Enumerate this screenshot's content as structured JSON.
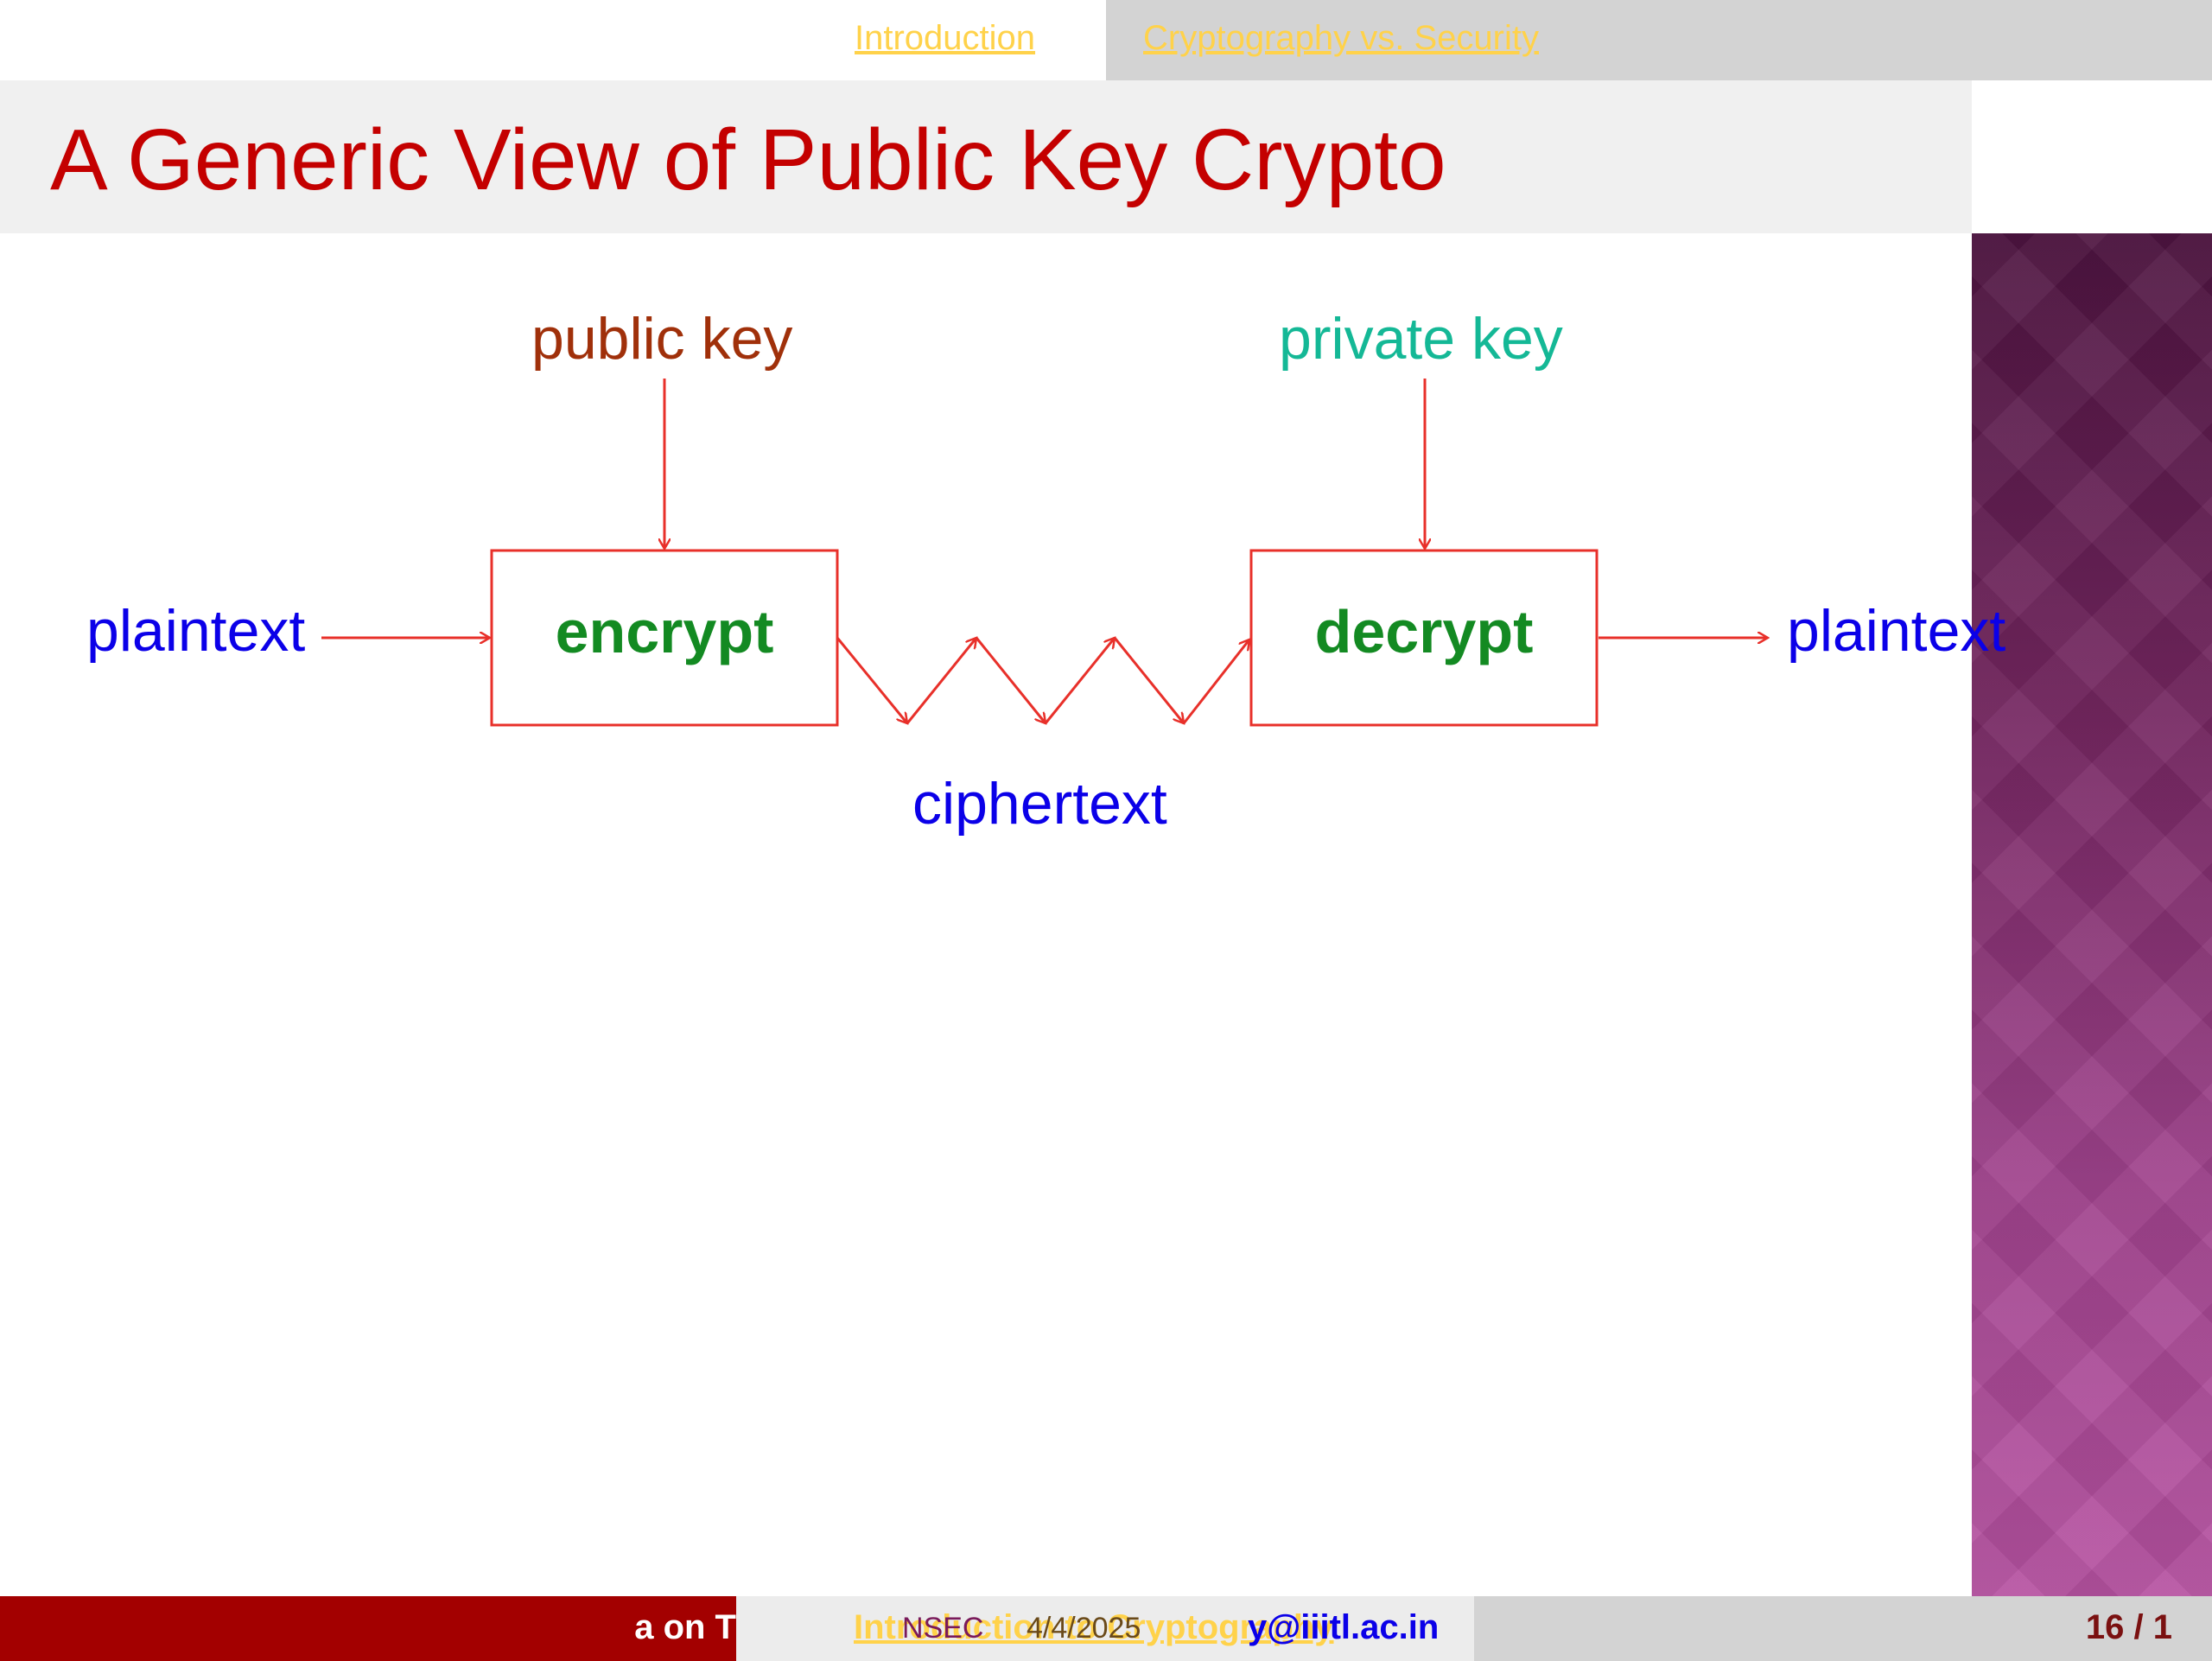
{
  "nav": {
    "items": [
      {
        "label": "Introduction"
      },
      {
        "label": "Cryptography vs. Security"
      }
    ]
  },
  "slide": {
    "title": "A Generic View of Public Key Crypto"
  },
  "diagram": {
    "public_key_label": "public key",
    "private_key_label": "private key",
    "plaintext_in_label": "plaintext",
    "plaintext_out_label": "plaintext",
    "ciphertext_label": "ciphertext",
    "encrypt_label": "encrypt",
    "decrypt_label": "decrypt"
  },
  "footer": {
    "author": "a on T",
    "link": "Introduction to Cryptography",
    "conference": "NSEC",
    "date": "4/4/2025",
    "email": "y@iiitl.ac.in",
    "page": "16 / 1"
  },
  "colors": {
    "title": "#c40000",
    "nav_link": "#ffd24a",
    "diagram_lines": "#e8302a",
    "box_text": "#138a22",
    "plain_text": "#0b00e8",
    "public_key": "#a0300a",
    "private_key": "#14b896",
    "footer_left": "#a30000"
  }
}
